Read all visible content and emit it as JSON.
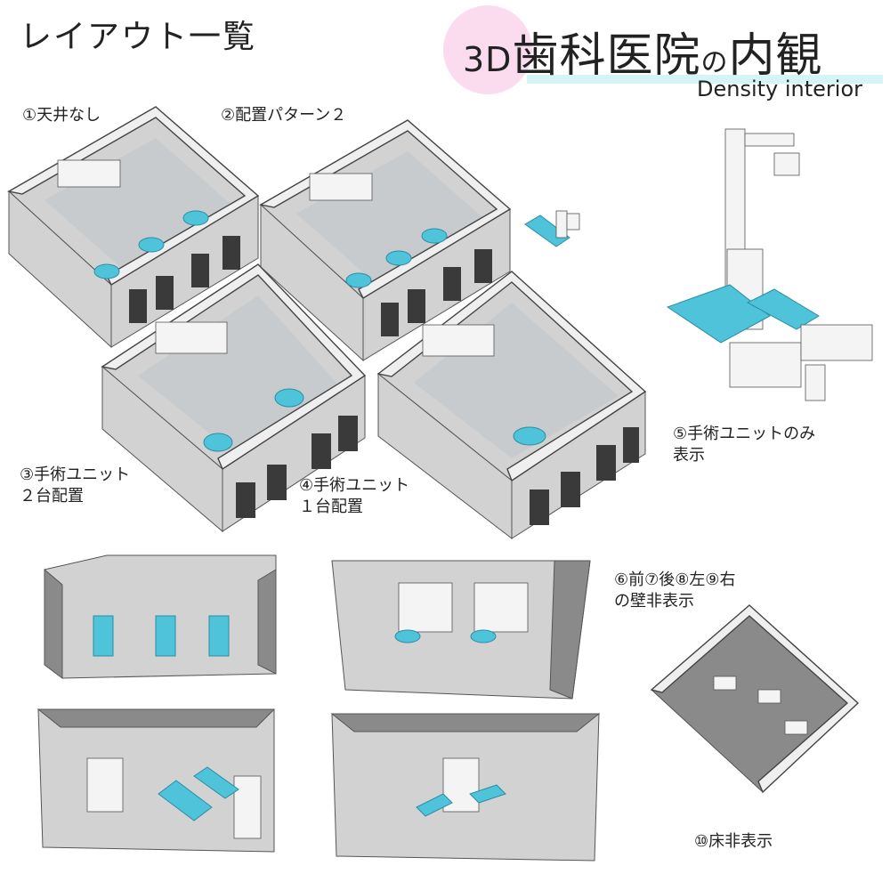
{
  "header": {
    "left_title": "レイアウト一覧",
    "main_title_prefix": "3D",
    "main_title_a": "歯科医院",
    "main_title_no": "の",
    "main_title_b": "内観",
    "subtitle": "Density interior"
  },
  "labels": {
    "l1": "①天井なし",
    "l2": "②配置パターン２",
    "l3": "③手術ユニット\n２台配置",
    "l4": "④手術ユニット\n１台配置",
    "l5": "⑤手術ユニットのみ\n表示",
    "l6": "⑥前⑦後⑧左⑨右\nの壁非表示",
    "l10": "⑩床非表示"
  },
  "colors": {
    "title_bubble": "#fbdbee",
    "title_underline": "#d3f5f4",
    "dental_chair": "#4fc3d9"
  }
}
